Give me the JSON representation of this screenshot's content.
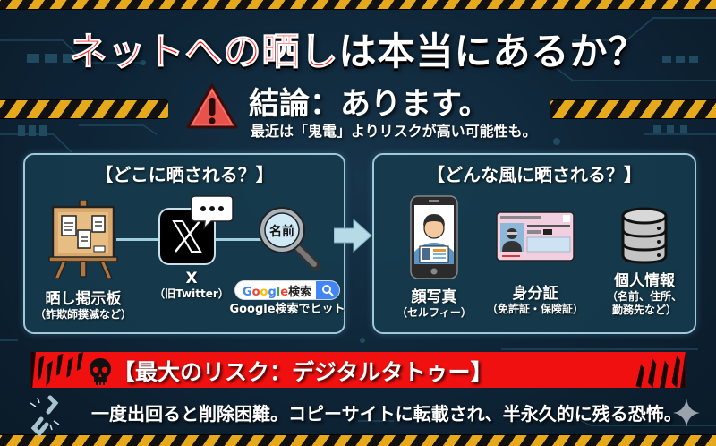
{
  "title": {
    "highlight": "ネットへの晒し",
    "rest": "は本当にあるか？"
  },
  "conclusion": {
    "icon": "warning-triangle-icon",
    "headline": "結論：あります。",
    "subtext": "最近は「鬼電」よりリスクが高い可能性も。"
  },
  "where_card": {
    "title": "【どこに晒される？】",
    "items": [
      {
        "icon": "bulletin-board-icon",
        "label": "晒し掲示板",
        "sub": "（詐欺師撲滅など）"
      },
      {
        "icon": "x-logo-icon",
        "label": "X",
        "sub": "（旧Twitter）"
      },
      {
        "icon": "magnifier-name-icon",
        "icon_text": "名前",
        "search_pill": {
          "google": "Google",
          "suffix": "検索"
        },
        "sub": "Google検索でヒット"
      }
    ]
  },
  "how_card": {
    "title": "【どんな風に晒される？】",
    "items": [
      {
        "icon": "smartphone-selfie-icon",
        "label": "顔写真",
        "sub": "（セルフィー）"
      },
      {
        "icon": "id-card-icon",
        "label": "身分証",
        "sub": "（免許証・保険証）"
      },
      {
        "icon": "database-icon",
        "label": "個人情報",
        "sub_lines": [
          "（名前、住所、",
          "勤務先など）"
        ]
      }
    ]
  },
  "risk": {
    "icon": "skull-icon",
    "headline": "【最大のリスク：デジタルタトゥー】",
    "detail_icon": "broken-chain-icon",
    "detail": "一度出回ると削除困難。コピーサイトに転載され、半永久的に残る恐怖。"
  },
  "colors": {
    "background": "#0e2436",
    "title_red": "#ff1d1d",
    "hazard_yellow": "#e6a91c",
    "banner_red": "#f01010",
    "card_border": "#9fc8d8"
  }
}
